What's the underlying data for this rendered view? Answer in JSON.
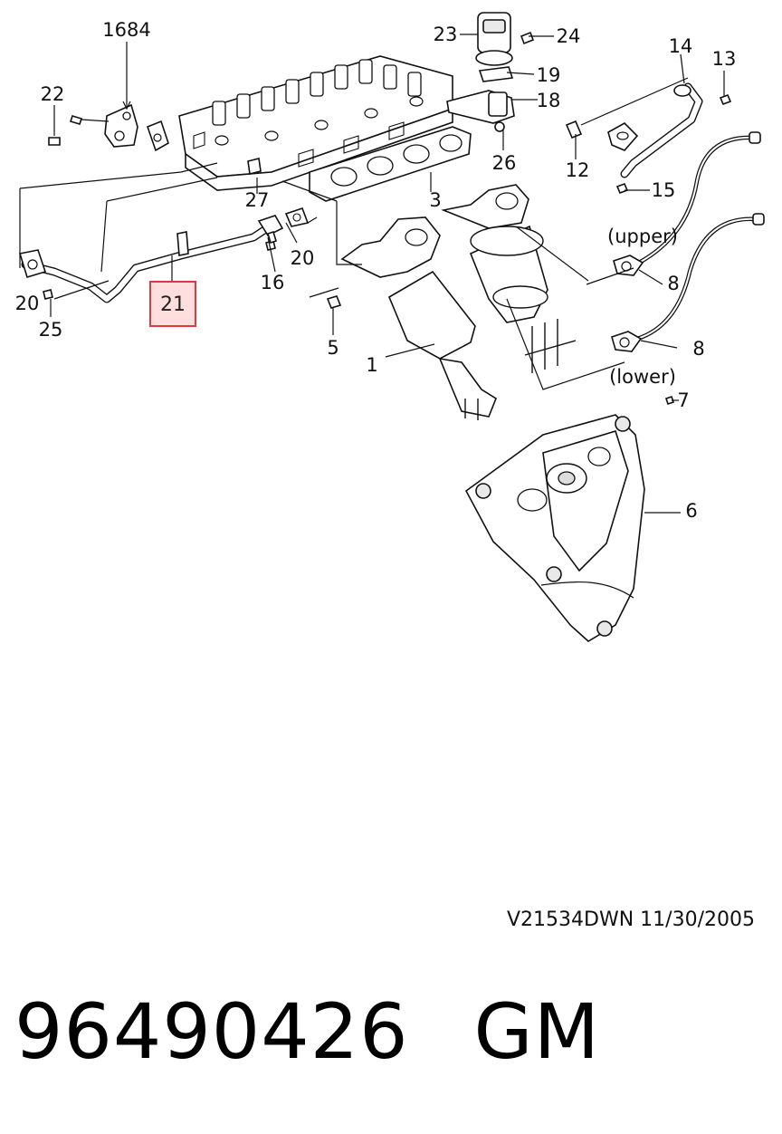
{
  "callouts": [
    {
      "id": "c1684",
      "text": "1684"
    },
    {
      "id": "c22",
      "text": "22"
    },
    {
      "id": "c27",
      "text": "27"
    },
    {
      "id": "c3",
      "text": "3"
    },
    {
      "id": "c23",
      "text": "23"
    },
    {
      "id": "c24",
      "text": "24"
    },
    {
      "id": "c19",
      "text": "19"
    },
    {
      "id": "c18",
      "text": "18"
    },
    {
      "id": "c26",
      "text": "26"
    },
    {
      "id": "c12",
      "text": "12"
    },
    {
      "id": "c14",
      "text": "14"
    },
    {
      "id": "c13",
      "text": "13"
    },
    {
      "id": "c15",
      "text": "15"
    },
    {
      "id": "c20a",
      "text": "20"
    },
    {
      "id": "c20b",
      "text": "20"
    },
    {
      "id": "c25",
      "text": "25"
    },
    {
      "id": "c16",
      "text": "16"
    },
    {
      "id": "c5",
      "text": "5"
    },
    {
      "id": "c1",
      "text": "1"
    },
    {
      "id": "c8a",
      "text": "8"
    },
    {
      "id": "c8b",
      "text": "8"
    },
    {
      "id": "c7",
      "text": "7"
    },
    {
      "id": "c6",
      "text": "6"
    }
  ],
  "sensor_labels": {
    "upper": "(upper)",
    "lower": "(lower)"
  },
  "highlighted_part": {
    "callout": "21",
    "color": "#e0383e",
    "fill": "#ffdede"
  },
  "drawing_ref": "V21534DWN  11/30/2005",
  "part_number": "96490426",
  "brand": "GM"
}
